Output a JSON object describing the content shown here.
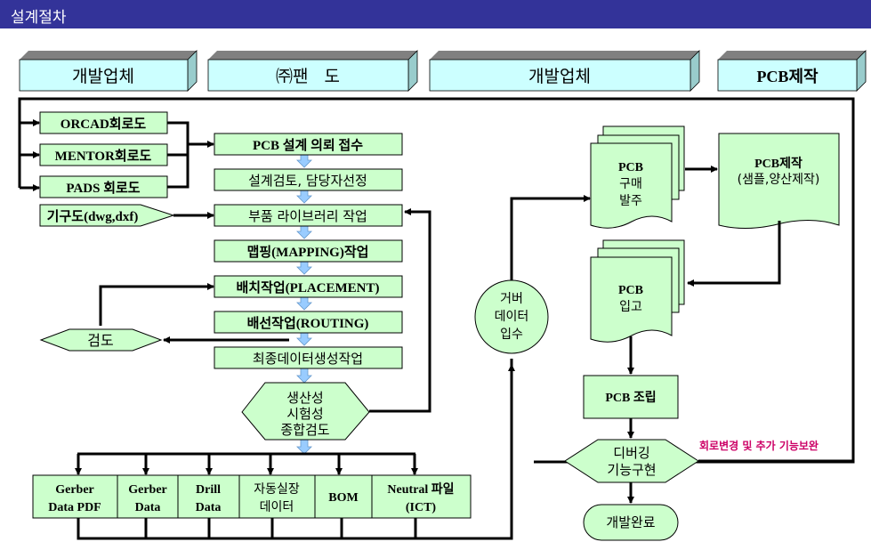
{
  "page": {
    "title": "설계절차"
  },
  "lanes": [
    {
      "label": "개발업체"
    },
    {
      "label": "㈜팬   도"
    },
    {
      "label": "개발업체"
    },
    {
      "label": "PCB제작"
    }
  ],
  "inputs": [
    {
      "label": "ORCAD회로도"
    },
    {
      "label": "MENTOR회로도"
    },
    {
      "label": "PADS 회로도"
    },
    {
      "label": "기구도(dwg,dxf)"
    }
  ],
  "steps": [
    {
      "label": "PCB 설계 의뢰 접수"
    },
    {
      "label": "설계검토, 담당자선정"
    },
    {
      "label": "부품 라이브러리 작업"
    },
    {
      "label": "맵핑(MAPPING)작업"
    },
    {
      "label": "배치작업(PLACEMENT)"
    },
    {
      "label": "배선작업(ROUTING)"
    },
    {
      "label": "최종데이터생성작업"
    }
  ],
  "review": {
    "label": "검도"
  },
  "final_review": {
    "lines": [
      "생산성",
      "시험성",
      "종합검도"
    ]
  },
  "outputs": [
    {
      "lines": [
        "Gerber",
        "Data PDF"
      ]
    },
    {
      "lines": [
        "Gerber",
        "Data"
      ]
    },
    {
      "lines": [
        "Drill",
        "Data"
      ]
    },
    {
      "lines": [
        "자동실장",
        "데이터"
      ]
    },
    {
      "lines": [
        "BOM"
      ]
    },
    {
      "lines": [
        "Neutral 파일",
        "(ICT)"
      ]
    }
  ],
  "gerber_receipt": {
    "lines": [
      "거버",
      "데이터",
      "입수"
    ]
  },
  "pcb_order": {
    "lines": [
      "PCB",
      "구매",
      "발주"
    ]
  },
  "pcb_fab": {
    "lines": [
      "PCB제작",
      "(샘플,양산제작)"
    ]
  },
  "pcb_receipt": {
    "lines": [
      "PCB",
      "입고"
    ]
  },
  "pcb_assembly": {
    "label": "PCB 조립"
  },
  "debug": {
    "lines": [
      "디버깅",
      "기능구현"
    ]
  },
  "complete": {
    "label": "개발완료"
  },
  "feedback_note": {
    "label": "회로변경 및 추가 기능보완",
    "color": "#cc0066"
  },
  "colors": {
    "title_bar": "#333399",
    "lane_fill": "#ccffff",
    "node_fill": "#ccffcc",
    "flow_arrow": "#99ccff"
  }
}
